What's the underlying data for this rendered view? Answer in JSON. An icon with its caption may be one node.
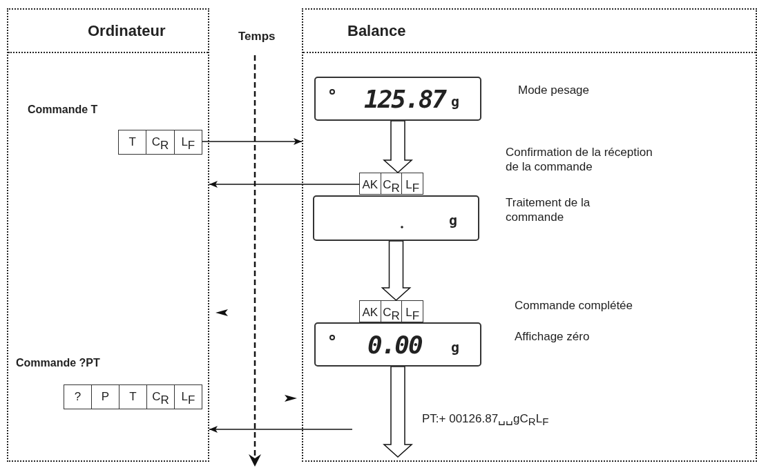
{
  "diagram": {
    "nodes": [
      {
        "text": [
          "Ordinateur"
        ]
      },
      {
        "text": [
          "Balance"
        ]
      },
      {
        "text": [
          "T",
          "C$_{R}$",
          "L$_{F}$"
        ],
        "in": 0,
        "beside": [
          "Commande T"
        ]
      },
      {
        "text": [
          "125.87",
          "g"
        ],
        "in": 1
      },
      {
        "text": [
          "AK",
          "C$_{R}$",
          "L$_{F}$"
        ],
        "in": 1
      },
      {
        "text": [
          "g"
        ],
        "in": 1
      },
      {
        "text": [
          "AK",
          "C$_{R}$",
          "L$_{F}$"
        ],
        "in": 1
      },
      {
        "text": [
          "0.00",
          "g"
        ],
        "in": 1
      },
      {
        "text": [
          "?",
          "P",
          "T",
          "C$_{R}$",
          "L$_{F}$"
        ],
        "in": 0,
        "beside": [
          "Commande ?PT"
        ]
      }
    ],
    "edges": [
      {
        "from": 2,
        "to": 1,
        "arrow": "to"
      },
      {
        "from": 4,
        "to": 0,
        "arrow": "to"
      },
      {
        "from": null,
        "to": 0,
        "arrow": "to"
      },
      {
        "from": 3,
        "to": 4,
        "arrow": "to",
        "style": "thick"
      },
      {
        "from": 5,
        "to": 6,
        "arrow": "to",
        "style": "thick"
      },
      {
        "from": 7,
        "to": null,
        "arrow": "to",
        "style": "thick"
      }
    ],
    "labels": [
      "Temps",
      "Mode pesage",
      "Confirmation de la réception de la commande",
      "Traitement de la commande",
      "Commande complétée",
      "Affichage zéro",
      "PT:+ 00126.87␣␣gC$_{R}$L$_{F}$"
    ]
  }
}
